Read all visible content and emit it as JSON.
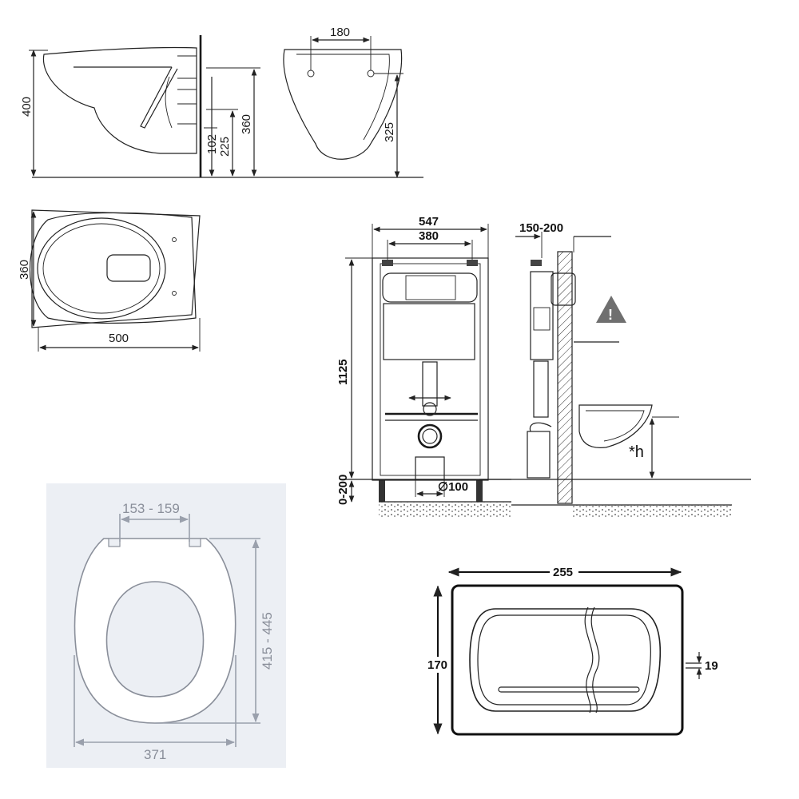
{
  "side_view": {
    "dim_height": "400",
    "dim_360": "360",
    "dim_225": "225",
    "dim_102": "102"
  },
  "front_view": {
    "dim_180": "180",
    "dim_325": "325"
  },
  "top_view": {
    "dim_width": "360",
    "dim_length": "500"
  },
  "frame_front": {
    "dim_547": "547",
    "dim_380": "380",
    "dim_1125": "1125",
    "dim_0_200": "0-200",
    "dim_pipe": "∅100"
  },
  "frame_side": {
    "dim_150_200": "150-200",
    "dim_h": "*h",
    "warning_glyph": "!"
  },
  "seat": {
    "dim_153_159": "153 - 159",
    "dim_415_445": "415 - 445",
    "dim_371": "371"
  },
  "flush_plate": {
    "dim_255": "255",
    "dim_170": "170",
    "dim_19": "19"
  }
}
